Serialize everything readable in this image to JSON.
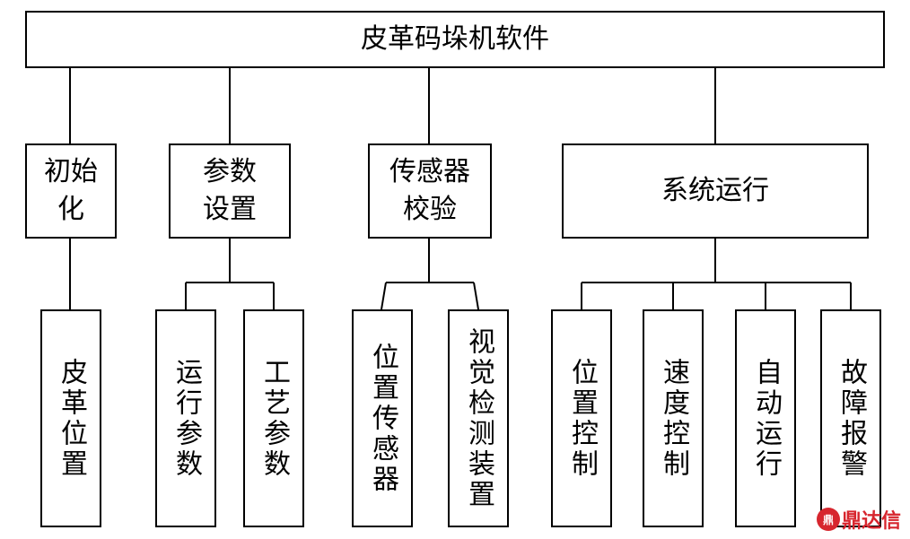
{
  "root": {
    "label": "皮革码垛机软件"
  },
  "modules": [
    {
      "label": "初始化",
      "children": [
        "皮革位置"
      ]
    },
    {
      "label": "参数设置",
      "children": [
        "运行参数",
        "工艺参数"
      ]
    },
    {
      "label": "传感器校验",
      "children": [
        "位置传感器",
        "视觉检测装置"
      ]
    },
    {
      "label": "系统运行",
      "children": [
        "位置控制",
        "速度控制",
        "自动运行",
        "故障报警"
      ]
    }
  ],
  "watermark": {
    "icon": "logo-mark-icon",
    "mark_text": "鼎",
    "text": "鼎达信",
    "color": "#d7262e"
  }
}
